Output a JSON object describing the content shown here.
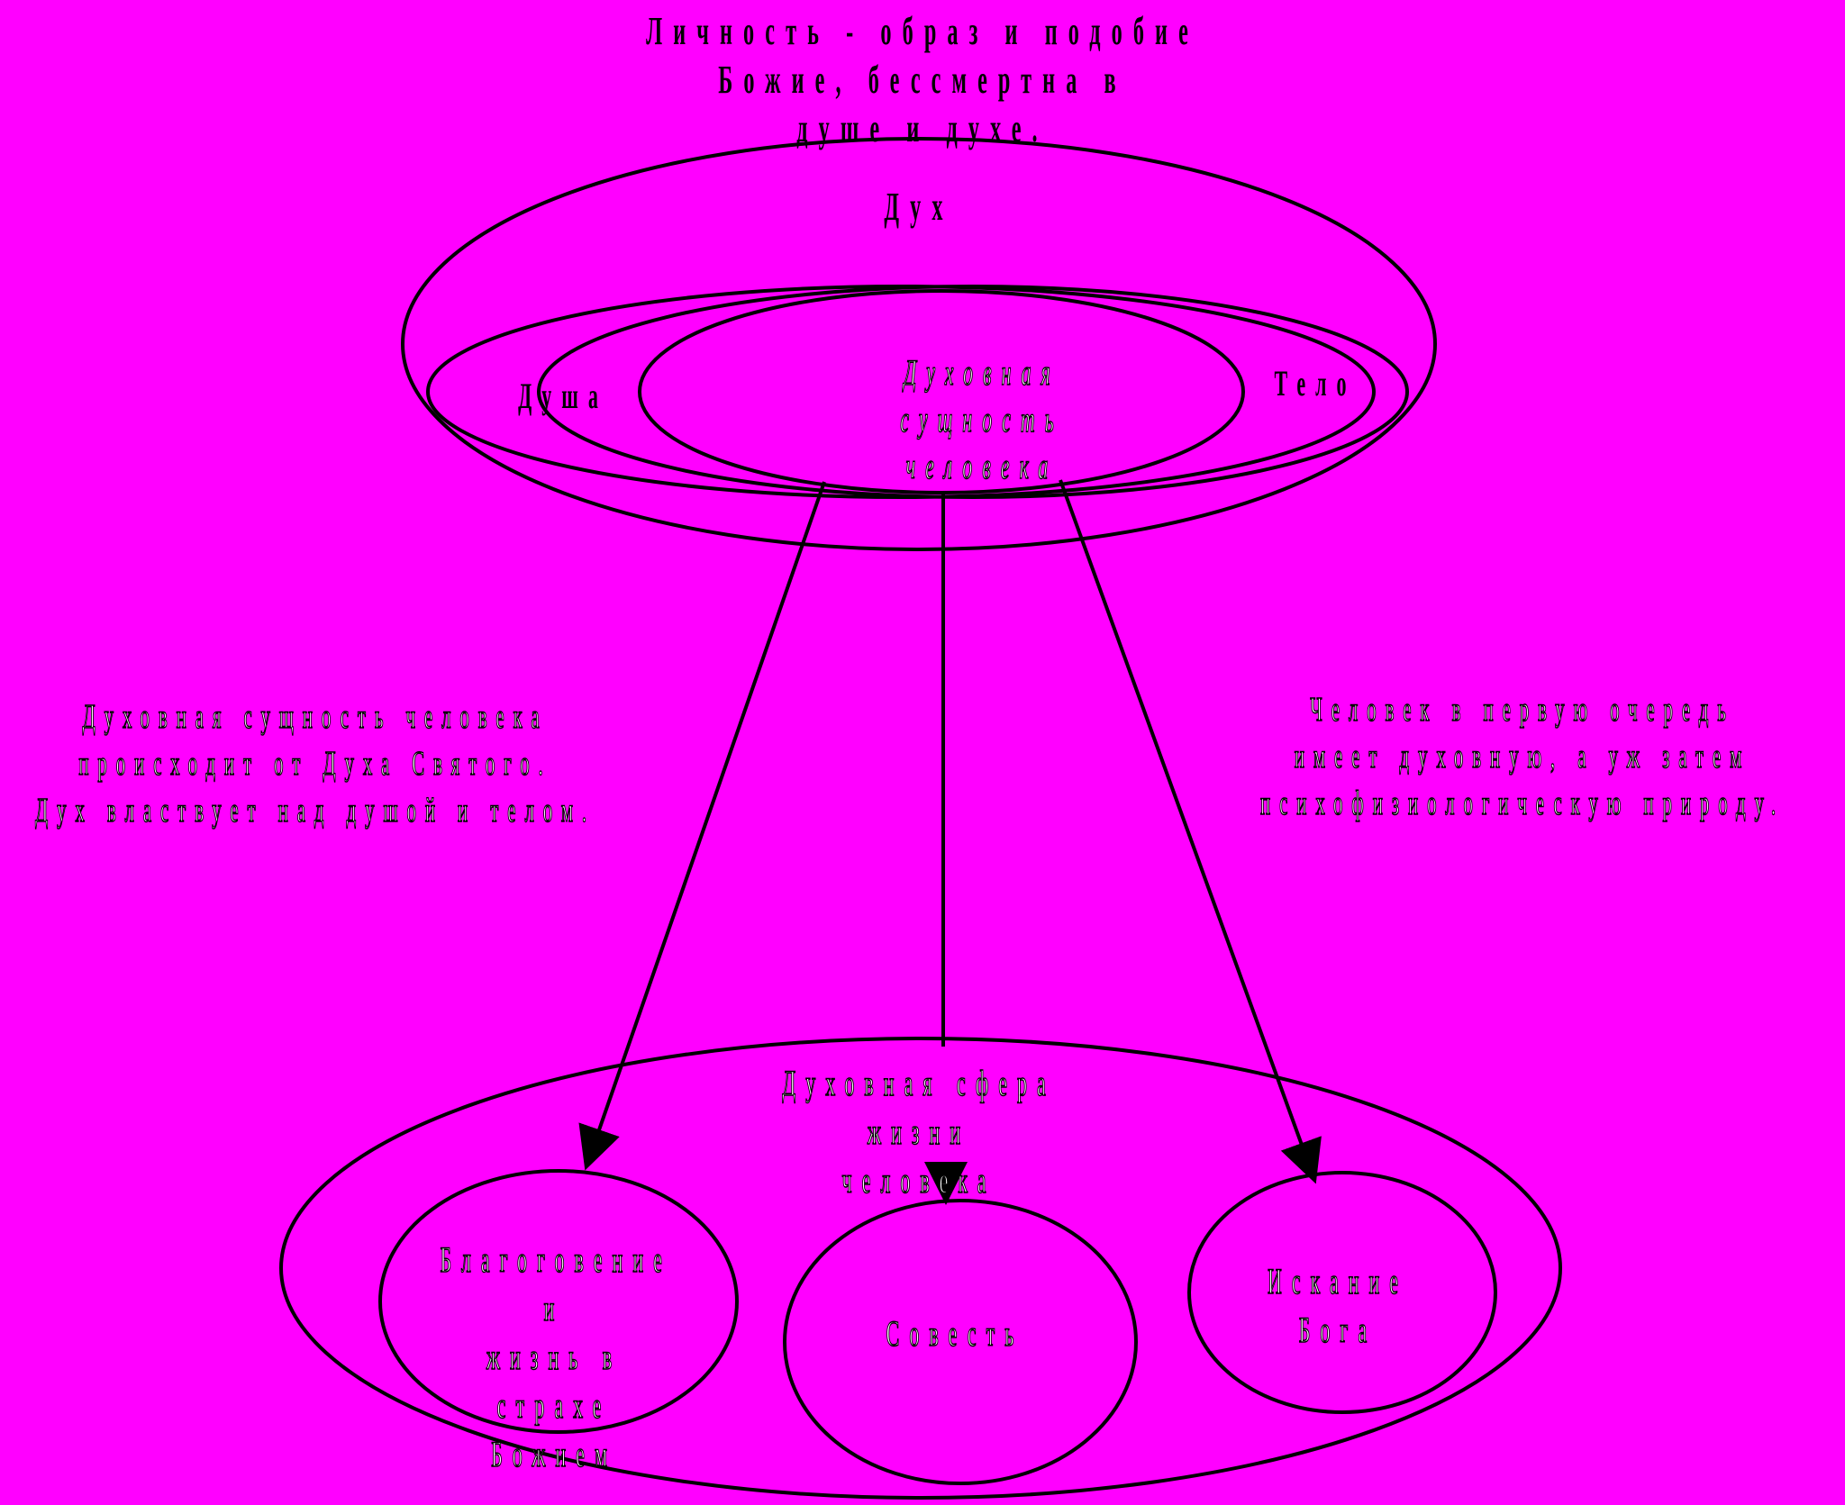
{
  "colors": {
    "background": "#ff00ff",
    "stroke": "#000000"
  },
  "title": "Личность - образ и подобие Божие, бессмертна в\nдуше и духе.",
  "spirit_label": "Дух",
  "soul_label": "Душа",
  "body_label": "Тело",
  "spiritual_essence_label": "Духовная сущность\nчеловека",
  "left_note": "Духовная сущность человека\nпроисходит от Духа Святого.\nДух властвует над душой и телом.",
  "right_note": "Человек в первую очередь\nимеет духовную, а уж затем\nпсихофизиологическую природу.",
  "sphere_label": "Духовная сфера жизни\nчеловека",
  "reverence_label": "Благоговение и\nжизнь в страхе\nБожием",
  "conscience_label": "Совесть",
  "seeking_label": "Искание Бога"
}
